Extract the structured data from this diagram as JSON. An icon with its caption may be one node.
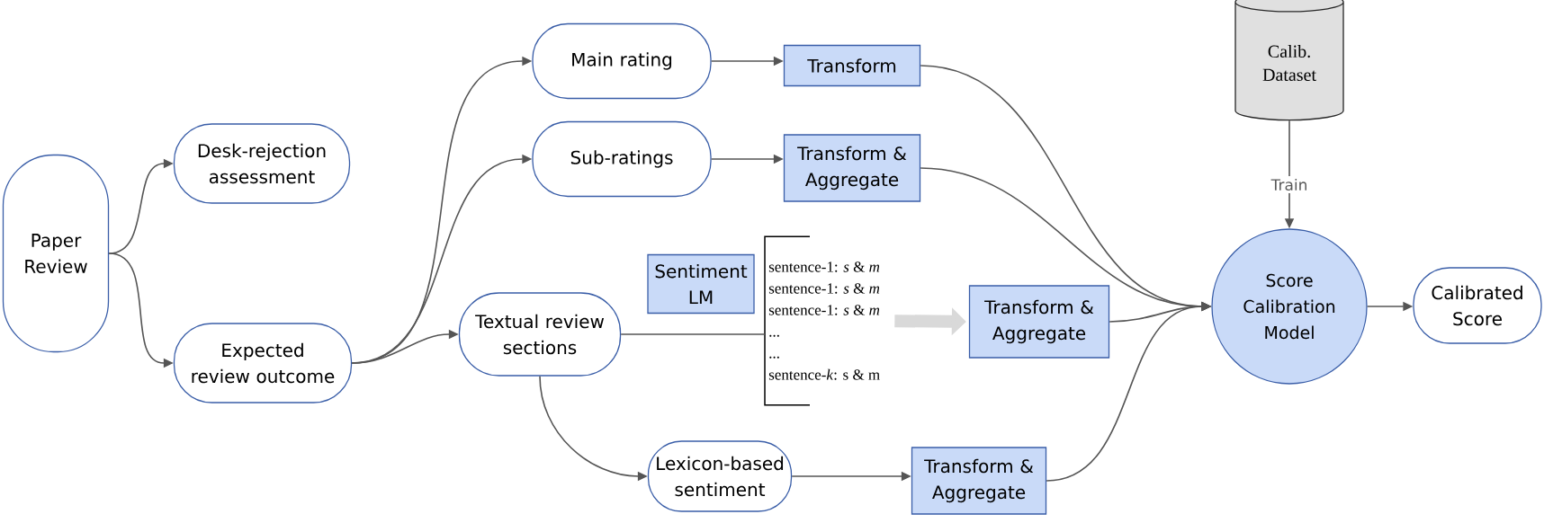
{
  "diagram": {
    "nodes": [
      {
        "text": [
          "Paper Review"
        ]
      },
      {
        "text": [
          "Desk-rejection assessment"
        ]
      },
      {
        "text": [
          "Expected review outcome"
        ]
      },
      {
        "text": [
          "Main rating"
        ]
      },
      {
        "text": [
          "Transform"
        ]
      },
      {
        "text": [
          "Sub-ratings"
        ]
      },
      {
        "text": [
          "Transform & Aggregate"
        ]
      },
      {
        "text": [
          "Textual review sections"
        ]
      },
      {
        "text": [
          "Sentiment LM"
        ]
      },
      {
        "text": [
          "sentence-1: *s* & *m*",
          "sentence-1: *s* & *m*",
          "sentence-1: *s* & *m*",
          "...",
          "...",
          "sentence-*k*: s & m"
        ]
      },
      {
        "text": [
          "Transform & Aggregate"
        ]
      },
      {
        "text": [
          "Lexicon-based sentiment"
        ]
      },
      {
        "text": [
          "Transform & Aggregate"
        ]
      },
      {
        "text": [
          "Calib. Dataset"
        ]
      },
      {
        "text": [
          "Score Calibration Model"
        ]
      },
      {
        "text": [
          "Calibrated Score"
        ]
      }
    ],
    "edges": [
      {
        "from": 0,
        "to": 1,
        "arrow": "to"
      },
      {
        "from": 0,
        "to": 2,
        "arrow": "to"
      },
      {
        "from": 2,
        "to": 3,
        "arrow": "to"
      },
      {
        "from": 2,
        "to": 5,
        "arrow": "to"
      },
      {
        "from": 2,
        "to": 7,
        "arrow": "to"
      },
      {
        "from": 3,
        "to": 4,
        "arrow": "to"
      },
      {
        "from": 5,
        "to": 6,
        "arrow": "to"
      },
      {
        "from": 7,
        "to": 9,
        "arrow": "none"
      },
      {
        "from": 9,
        "to": 10,
        "arrow": "to",
        "style": "thick",
        "color": "#d9d9d9"
      },
      {
        "from": 7,
        "to": 11,
        "arrow": "to"
      },
      {
        "from": 11,
        "to": 12,
        "arrow": "to"
      },
      {
        "from": 4,
        "to": 14,
        "arrow": "to"
      },
      {
        "from": 6,
        "to": 14,
        "arrow": "to"
      },
      {
        "from": 10,
        "to": 14,
        "arrow": "to"
      },
      {
        "from": 12,
        "to": 14,
        "arrow": "to"
      },
      {
        "from": 13,
        "to": 14,
        "arrow": "to",
        "label": "Train"
      },
      {
        "from": 14,
        "to": 15,
        "arrow": "to"
      }
    ]
  }
}
